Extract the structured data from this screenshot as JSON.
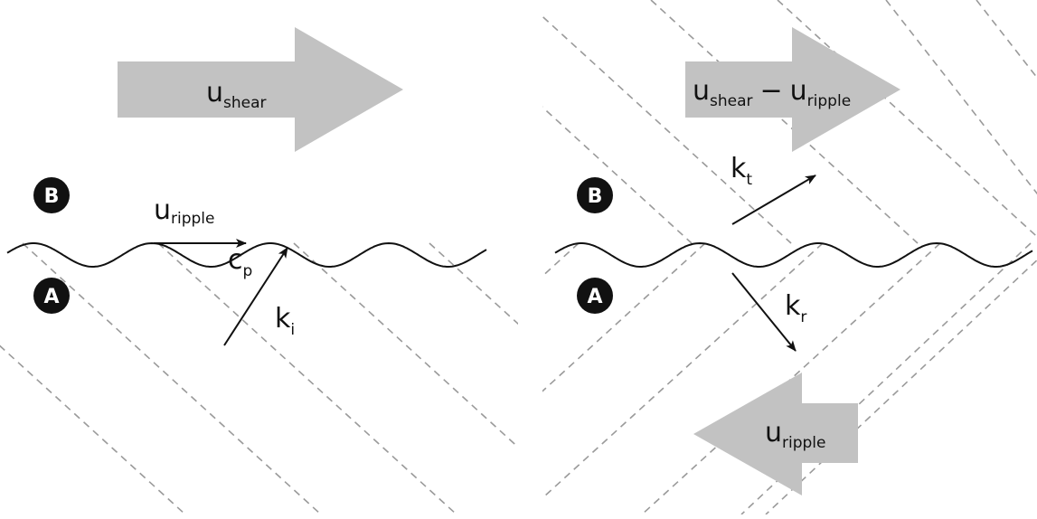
{
  "colors": {
    "arrow_fill": "#c2c2c2",
    "ink": "#111111",
    "dash": "#9a9a9a",
    "badge_fill": "#111111",
    "badge_text": "#ffffff"
  },
  "left_panel": {
    "big_arrow": {
      "main": "u",
      "sub": "shear"
    },
    "badge_top": "B",
    "badge_bottom": "A",
    "ripple_arrow": {
      "main": "u",
      "sub": "ripple"
    },
    "phase_speed": {
      "main": "c",
      "sub": "p"
    },
    "incident": {
      "main": "k",
      "sub": "i"
    }
  },
  "right_panel": {
    "big_arrow": {
      "main1": "u",
      "sub1": "shear",
      "op": "−",
      "main2": "u",
      "sub2": "ripple"
    },
    "badge_top": "B",
    "badge_bottom": "A",
    "transmitted": {
      "main": "k",
      "sub": "t"
    },
    "reflected": {
      "main": "k",
      "sub": "r"
    },
    "back_arrow": {
      "main": "u",
      "sub": "ripple"
    }
  }
}
